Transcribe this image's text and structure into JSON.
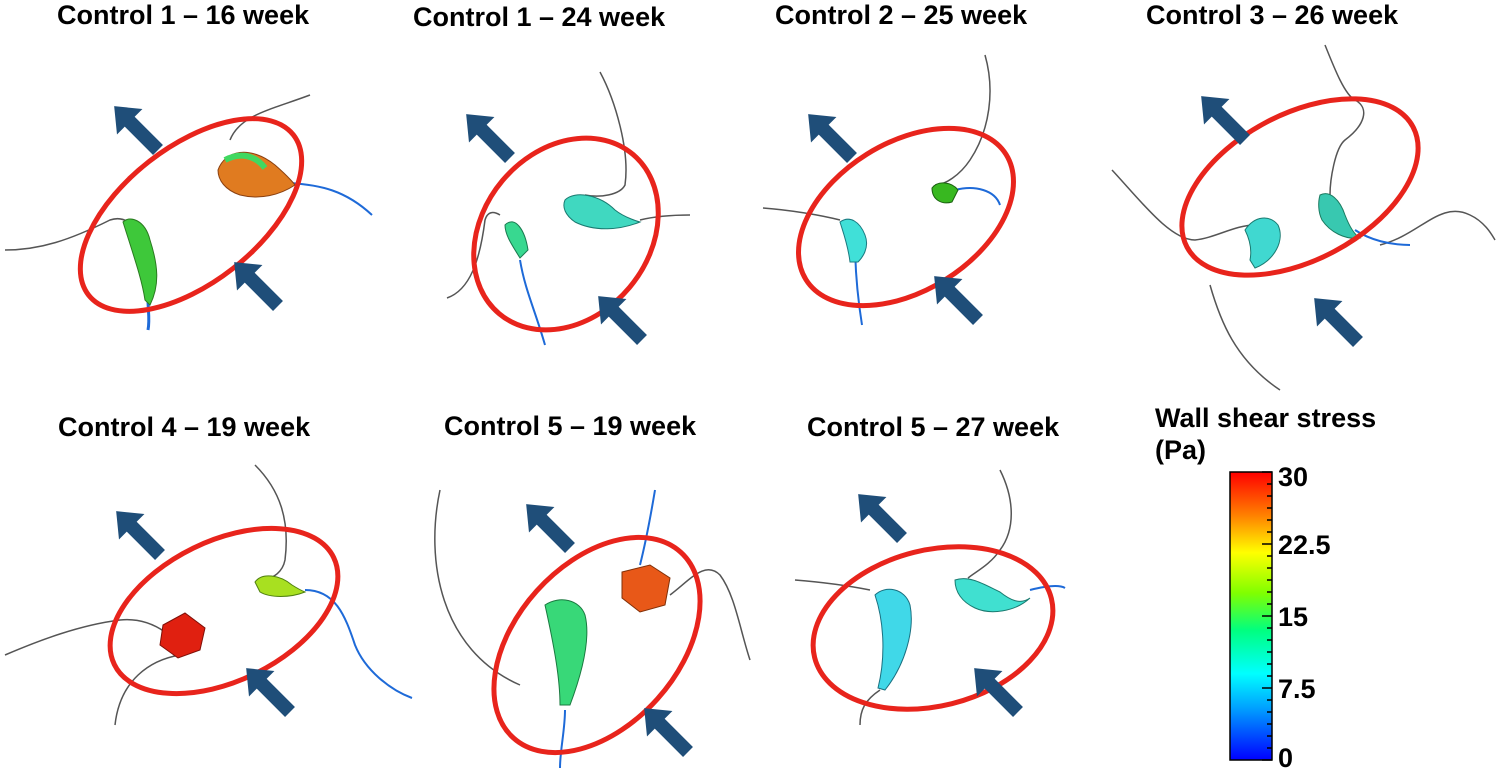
{
  "panels": [
    {
      "title": "Control 1 – 16 week"
    },
    {
      "title": "Control 1 – 24 week"
    },
    {
      "title": "Control 2 – 25 week"
    },
    {
      "title": "Control 3 – 26 week"
    },
    {
      "title": "Control 4 – 19 week"
    },
    {
      "title": "Control 5 – 19 week"
    },
    {
      "title": "Control 5 – 27 week"
    }
  ],
  "colorbar": {
    "title_line1": "Wall shear stress",
    "title_line2": "(Pa)",
    "ticks": [
      "30",
      "22.5",
      "15",
      "7.5",
      "0"
    ],
    "min": 0,
    "max": 30,
    "colormap": [
      "#0000ff",
      "#00a0ff",
      "#00ffff",
      "#00ff80",
      "#80ff00",
      "#ffff00",
      "#ff8000",
      "#ff0000"
    ]
  },
  "colors": {
    "ellipse": "#e8241c",
    "arrow": "#1f4e79",
    "vessel_line": "#555555"
  }
}
